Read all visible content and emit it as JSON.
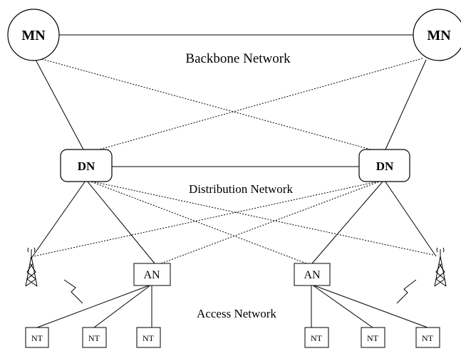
{
  "labels": {
    "backbone": "Backbone Network",
    "distribution": "Distribution Network",
    "access": "Access Network"
  },
  "nodes": {
    "mn_left": "MN",
    "mn_right": "MN",
    "dn_left": "DN",
    "dn_right": "DN",
    "an_left": "AN",
    "an_right": "AN",
    "nt": [
      "NT",
      "NT",
      "NT",
      "NT",
      "NT",
      "NT"
    ]
  }
}
